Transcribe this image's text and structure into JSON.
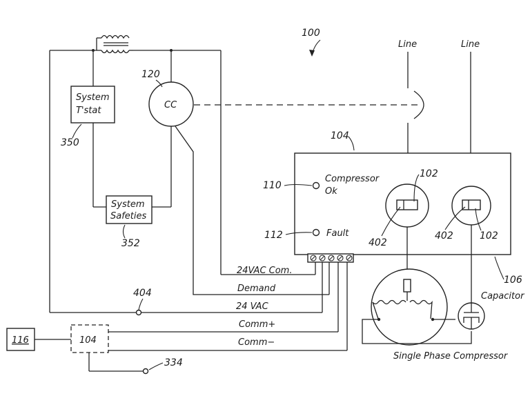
{
  "labels": {
    "figure_ref": "100",
    "line_left": "Line",
    "line_right": "Line",
    "thermostat_line1": "System",
    "thermostat_line2": "T'stat",
    "thermostat_ref": "350",
    "safeties_line1": "System",
    "safeties_line2": "Safeties",
    "safeties_ref": "352",
    "contactor": "CC",
    "contactor_ref": "120",
    "module_ref": "104",
    "led_ok_ref": "110",
    "led_ok_line1": "Compressor",
    "led_ok_line2": "Ok",
    "led_fault_ref": "112",
    "led_fault": "Fault",
    "sensor_left_top_ref": "102",
    "sensor_left_bottom_ref": "402",
    "sensor_right_left_ref": "402",
    "sensor_right_right_ref": "102",
    "module_bottom_ref": "106",
    "wire_24vac_com": "24VAC Com.",
    "wire_demand": "Demand",
    "wire_24vac": "24 VAC",
    "wire_comm_plus": "Comm+",
    "wire_comm_minus": "Comm−",
    "node_ref": "404",
    "capacitor": "Capacitor",
    "compressor": "Single Phase Compressor",
    "box_116": "116",
    "box_104": "104",
    "bottom_ref": "334"
  }
}
